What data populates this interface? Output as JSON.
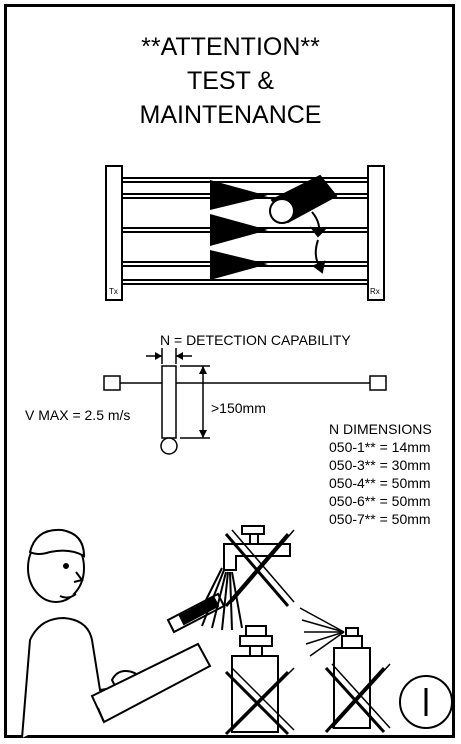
{
  "title": {
    "line1": "**ATTENTION**",
    "line2": "TEST &",
    "line3": "MAINTENANCE"
  },
  "emitter": {
    "tx_label": "Tx",
    "rx_label": "Rx"
  },
  "detection": {
    "label": "N = DETECTION CAPABILITY",
    "height_label": ">150mm",
    "vmax_label": "V MAX = 2.5 m/s"
  },
  "dimensions": {
    "heading": "N DIMENSIONS",
    "rows": [
      "050-1** = 14mm",
      "050-3** = 30mm",
      "050-4** = 50mm",
      "050-6** = 50mm",
      "050-7** = 50mm"
    ]
  },
  "icons": [
    "person-cleaning-icon",
    "no-water-jet-icon",
    "no-solvent-bottle-icon",
    "no-spray-icon",
    "circle-i-icon"
  ]
}
